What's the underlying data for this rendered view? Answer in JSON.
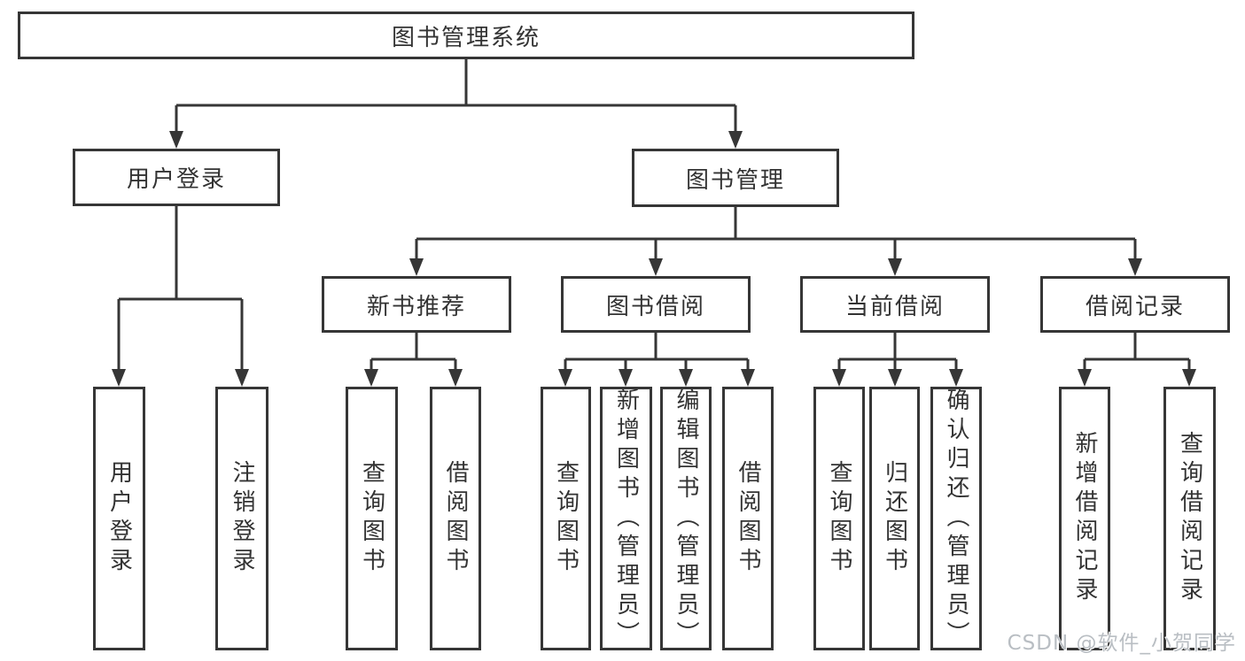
{
  "diagram": {
    "root": {
      "label": "图书管理系统"
    },
    "level2": [
      {
        "label": "用户登录"
      },
      {
        "label": "图书管理"
      }
    ],
    "level3": [
      {
        "label": "新书推荐"
      },
      {
        "label": "图书借阅"
      },
      {
        "label": "当前借阅"
      },
      {
        "label": "借阅记录"
      }
    ],
    "leaves": [
      {
        "label": "用户登录"
      },
      {
        "label": "注销登录"
      },
      {
        "label": "查询图书"
      },
      {
        "label": "借阅图书"
      },
      {
        "label": "查询图书"
      },
      {
        "label": "新增图书（管理员）"
      },
      {
        "label": "编辑图书（管理员）"
      },
      {
        "label": "借阅图书"
      },
      {
        "label": "查询图书"
      },
      {
        "label": "归还图书"
      },
      {
        "label": "确认归还（管理员）"
      },
      {
        "label": "新增借阅记录"
      },
      {
        "label": "查询借阅记录"
      }
    ]
  },
  "watermark": {
    "text": "CSDN @软件_小贺同学"
  },
  "colors": {
    "line": "#363636",
    "text": "#333333",
    "background": "#ffffff",
    "watermark": "#b9bec3"
  }
}
